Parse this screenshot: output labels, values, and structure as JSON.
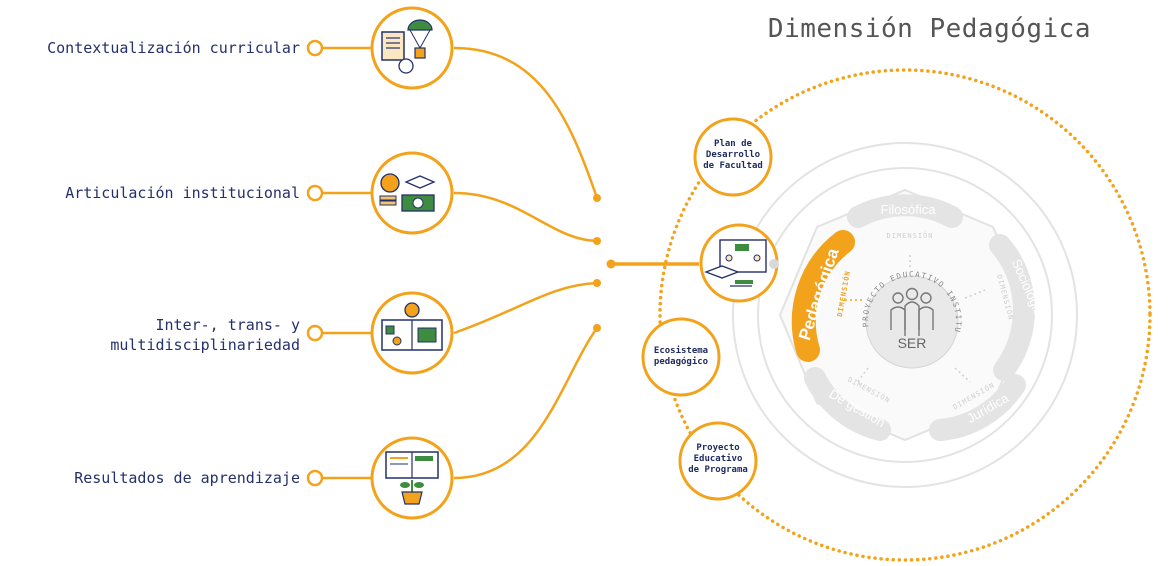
{
  "title": "Dimensión Pedagógica",
  "left_items": [
    {
      "label": "Contextualización curricular",
      "icon": "parachute-document-icon"
    },
    {
      "label": "Articulación institucional",
      "icon": "graduation-money-icon"
    },
    {
      "label_line1": "Inter-, trans- y",
      "label_line2": "multidisciplinariedad",
      "icon": "idea-book-icon"
    },
    {
      "label": "Resultados de aprendizaje",
      "icon": "plant-book-icon"
    }
  ],
  "nodes": {
    "plan": {
      "line1": "Plan de",
      "line2": "Desarrollo",
      "line3": "de Facultad"
    },
    "ecosistema": {
      "line1": "Ecosistema",
      "line2": "pedagógico"
    },
    "proyecto": {
      "line1": "Proyecto",
      "line2": "Educativo",
      "line3": "de Programa"
    }
  },
  "wheel": {
    "segments": [
      "Filosófica",
      "Sociológica",
      "Jurídica",
      "De gestión",
      "Pedagógica"
    ],
    "dimension_label": "DIMENSIÓN",
    "center_ring_text": "PROYECTO EDUCATIVO INSTITUCIONAL",
    "center_label": "SER"
  },
  "colors": {
    "accent": "#f2a31b",
    "navy": "#24306b",
    "gray_light": "#e6e6e6",
    "gray_mid": "#cfcfcf",
    "gray_dark": "#8a8a8a"
  }
}
